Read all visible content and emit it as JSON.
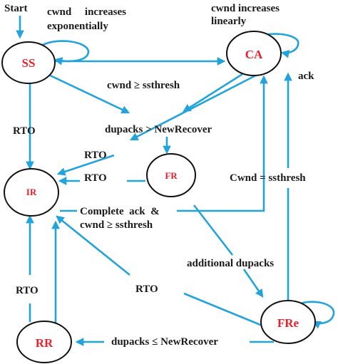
{
  "colors": {
    "edge": "#22a3dc",
    "state_label": "#e8212b",
    "text": "#1a1a1a",
    "node_outline": "#111111"
  },
  "states": {
    "ss": "SS",
    "ca": "CA",
    "fr": "FR",
    "ir": "IR",
    "fre": "FRe",
    "rr": "RR"
  },
  "labels": {
    "start": "Start",
    "ss_loop_1": "cwnd     increases",
    "ss_loop_2": "exponentially",
    "ca_loop_1": "cwnd increases",
    "ca_loop_2": "linearly",
    "ss_to_ca": "cwnd ≥ ssthresh",
    "ack": "ack",
    "rto_ss": "RTO",
    "dupacks_newrecover": "dupacks > NewRecover",
    "rto_ca": "RTO",
    "rto_fr": "RTO",
    "cwnd_ssthresh": "Cwnd = ssthresh",
    "complete_ack_1": "Complete  ack  &",
    "complete_ack_2": "cwnd ≥ ssthresh",
    "additional_dupacks": "additional dupacks",
    "rto_rr": "RTO",
    "rto_fre": "RTO",
    "dupacks_le": "dupacks ≤ NewRecover"
  }
}
